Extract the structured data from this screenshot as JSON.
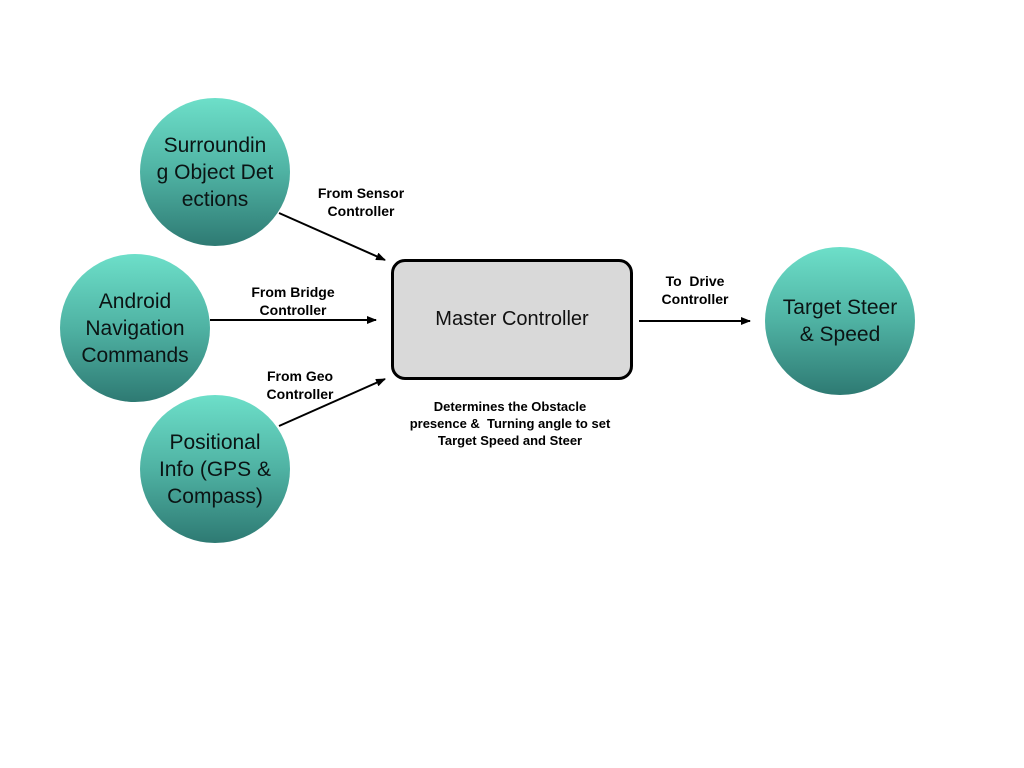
{
  "nodes": {
    "sensor": "Surroundin g Object Detections",
    "android": "Android Navigation Commands",
    "positional": "Positional Info (GPS & Compass)",
    "target": "Target Steer & Speed"
  },
  "master": {
    "label": "Master Controller",
    "note": [
      "Determines the Obstacle",
      "presence &  Turning angle to set",
      "Target Speed and Steer"
    ]
  },
  "edges": {
    "sensor": [
      "From Sensor",
      "Controller"
    ],
    "bridge": [
      "From Bridge",
      "Controller"
    ],
    "geo": [
      "From Geo",
      "Controller"
    ],
    "drive": [
      "To  Drive",
      "Controller"
    ]
  },
  "colors": {
    "node_top": "#6ddfc9",
    "node_bottom": "#2e7a73",
    "master_fill": "#d9d9d9",
    "stroke": "#000000"
  }
}
